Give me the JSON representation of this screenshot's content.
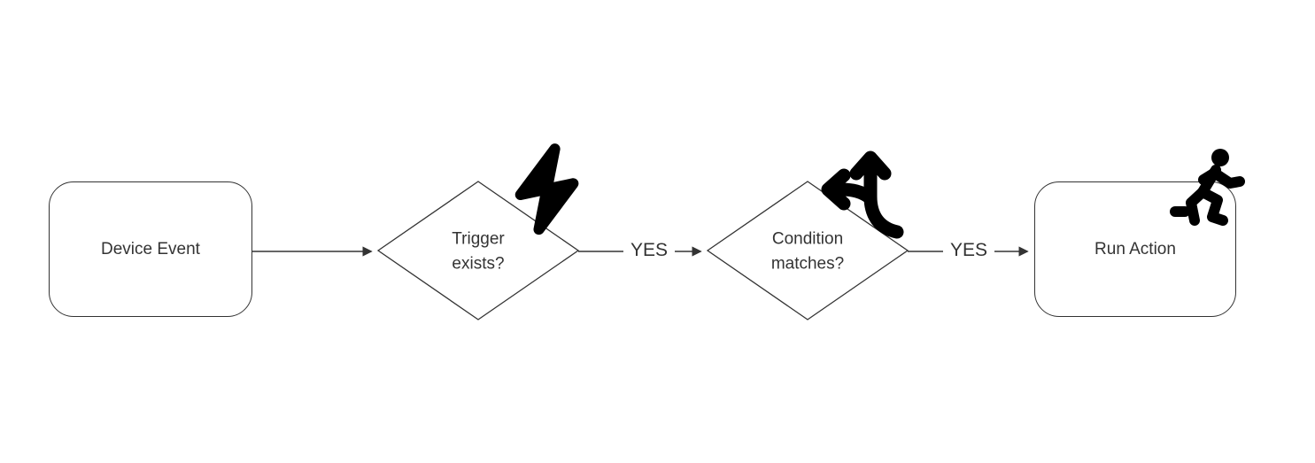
{
  "diagram": {
    "type": "flowchart",
    "direction": "left-to-right",
    "colors": {
      "node_fill": "#ffffff",
      "stroke": "#333333",
      "text": "#333333",
      "icon": "#000000",
      "background": "#ffffff"
    },
    "nodes": [
      {
        "id": "device-event",
        "shape": "rounded-rectangle",
        "label": "Device Event",
        "icon": null
      },
      {
        "id": "trigger-exists",
        "shape": "diamond",
        "label": "Trigger exists?",
        "icon": "lightning-bolt-icon"
      },
      {
        "id": "condition-matches",
        "shape": "diamond",
        "label": "Condition matches?",
        "icon": "arrows-split-icon"
      },
      {
        "id": "run-action",
        "shape": "rounded-rectangle",
        "label": "Run Action",
        "icon": "person-running-icon"
      }
    ],
    "edges": [
      {
        "from": "device-event",
        "to": "trigger-exists",
        "label": ""
      },
      {
        "from": "trigger-exists",
        "to": "condition-matches",
        "label": "YES"
      },
      {
        "from": "condition-matches",
        "to": "run-action",
        "label": "YES"
      }
    ]
  }
}
